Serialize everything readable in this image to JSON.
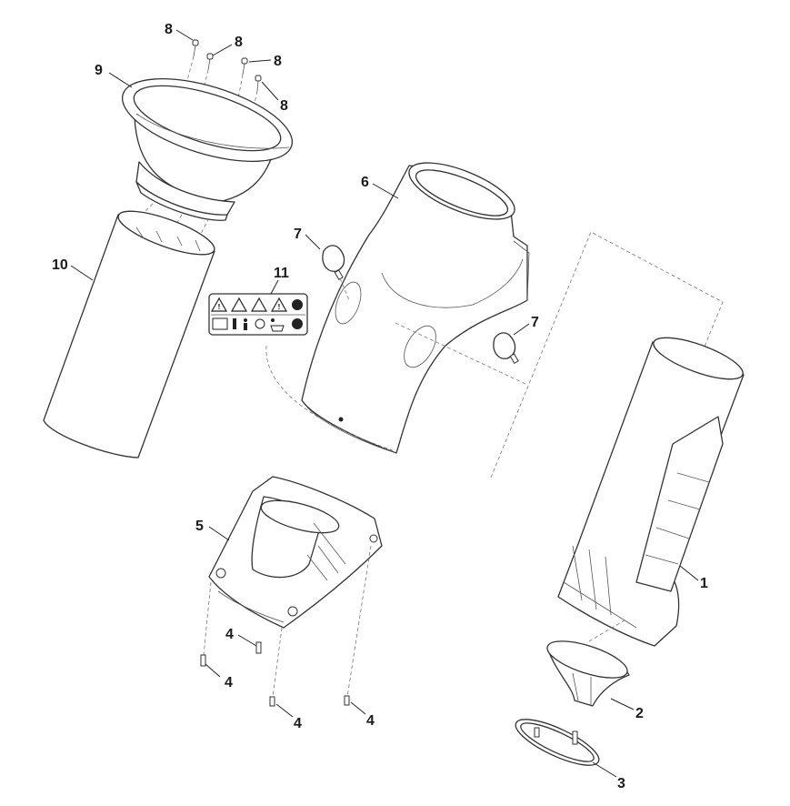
{
  "callouts": {
    "c1": "1",
    "c2": "2",
    "c3": "3",
    "c4a": "4",
    "c4b": "4",
    "c4c": "4",
    "c4d": "4",
    "c5": "5",
    "c6": "6",
    "c7a": "7",
    "c7b": "7",
    "c8a": "8",
    "c8b": "8",
    "c8c": "8",
    "c8d": "8",
    "c9": "9",
    "c10": "10",
    "c11": "11"
  },
  "colors": {
    "line": "#333333",
    "warning": "#f2c200"
  }
}
